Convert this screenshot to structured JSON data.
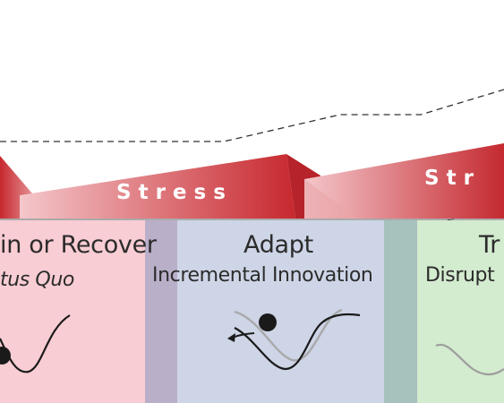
{
  "stress_labels": [
    "S t r e s s",
    "S t r"
  ],
  "panels": [
    {
      "title": "in or Recover",
      "subtitle": "tus Quo",
      "color": "#f8cdd3"
    },
    {
      "title": "Adapt",
      "subtitle": "Incremental Innovation",
      "color": "#cdd5e6"
    },
    {
      "title": "Tr",
      "subtitle": "Disrupt",
      "color": "#d3ebcf"
    }
  ],
  "colors": {
    "stress_dark": "#c2272d",
    "stress_light": "#f3c9cc",
    "separator_purple": "#b9afc9",
    "separator_teal": "#a7c2bd",
    "ball": "#1a1a1a"
  },
  "icons": [
    "ball-in-valley-icon",
    "ball-on-slope-icon",
    "left-arrow-icon",
    "shallow-valley-icon"
  ]
}
